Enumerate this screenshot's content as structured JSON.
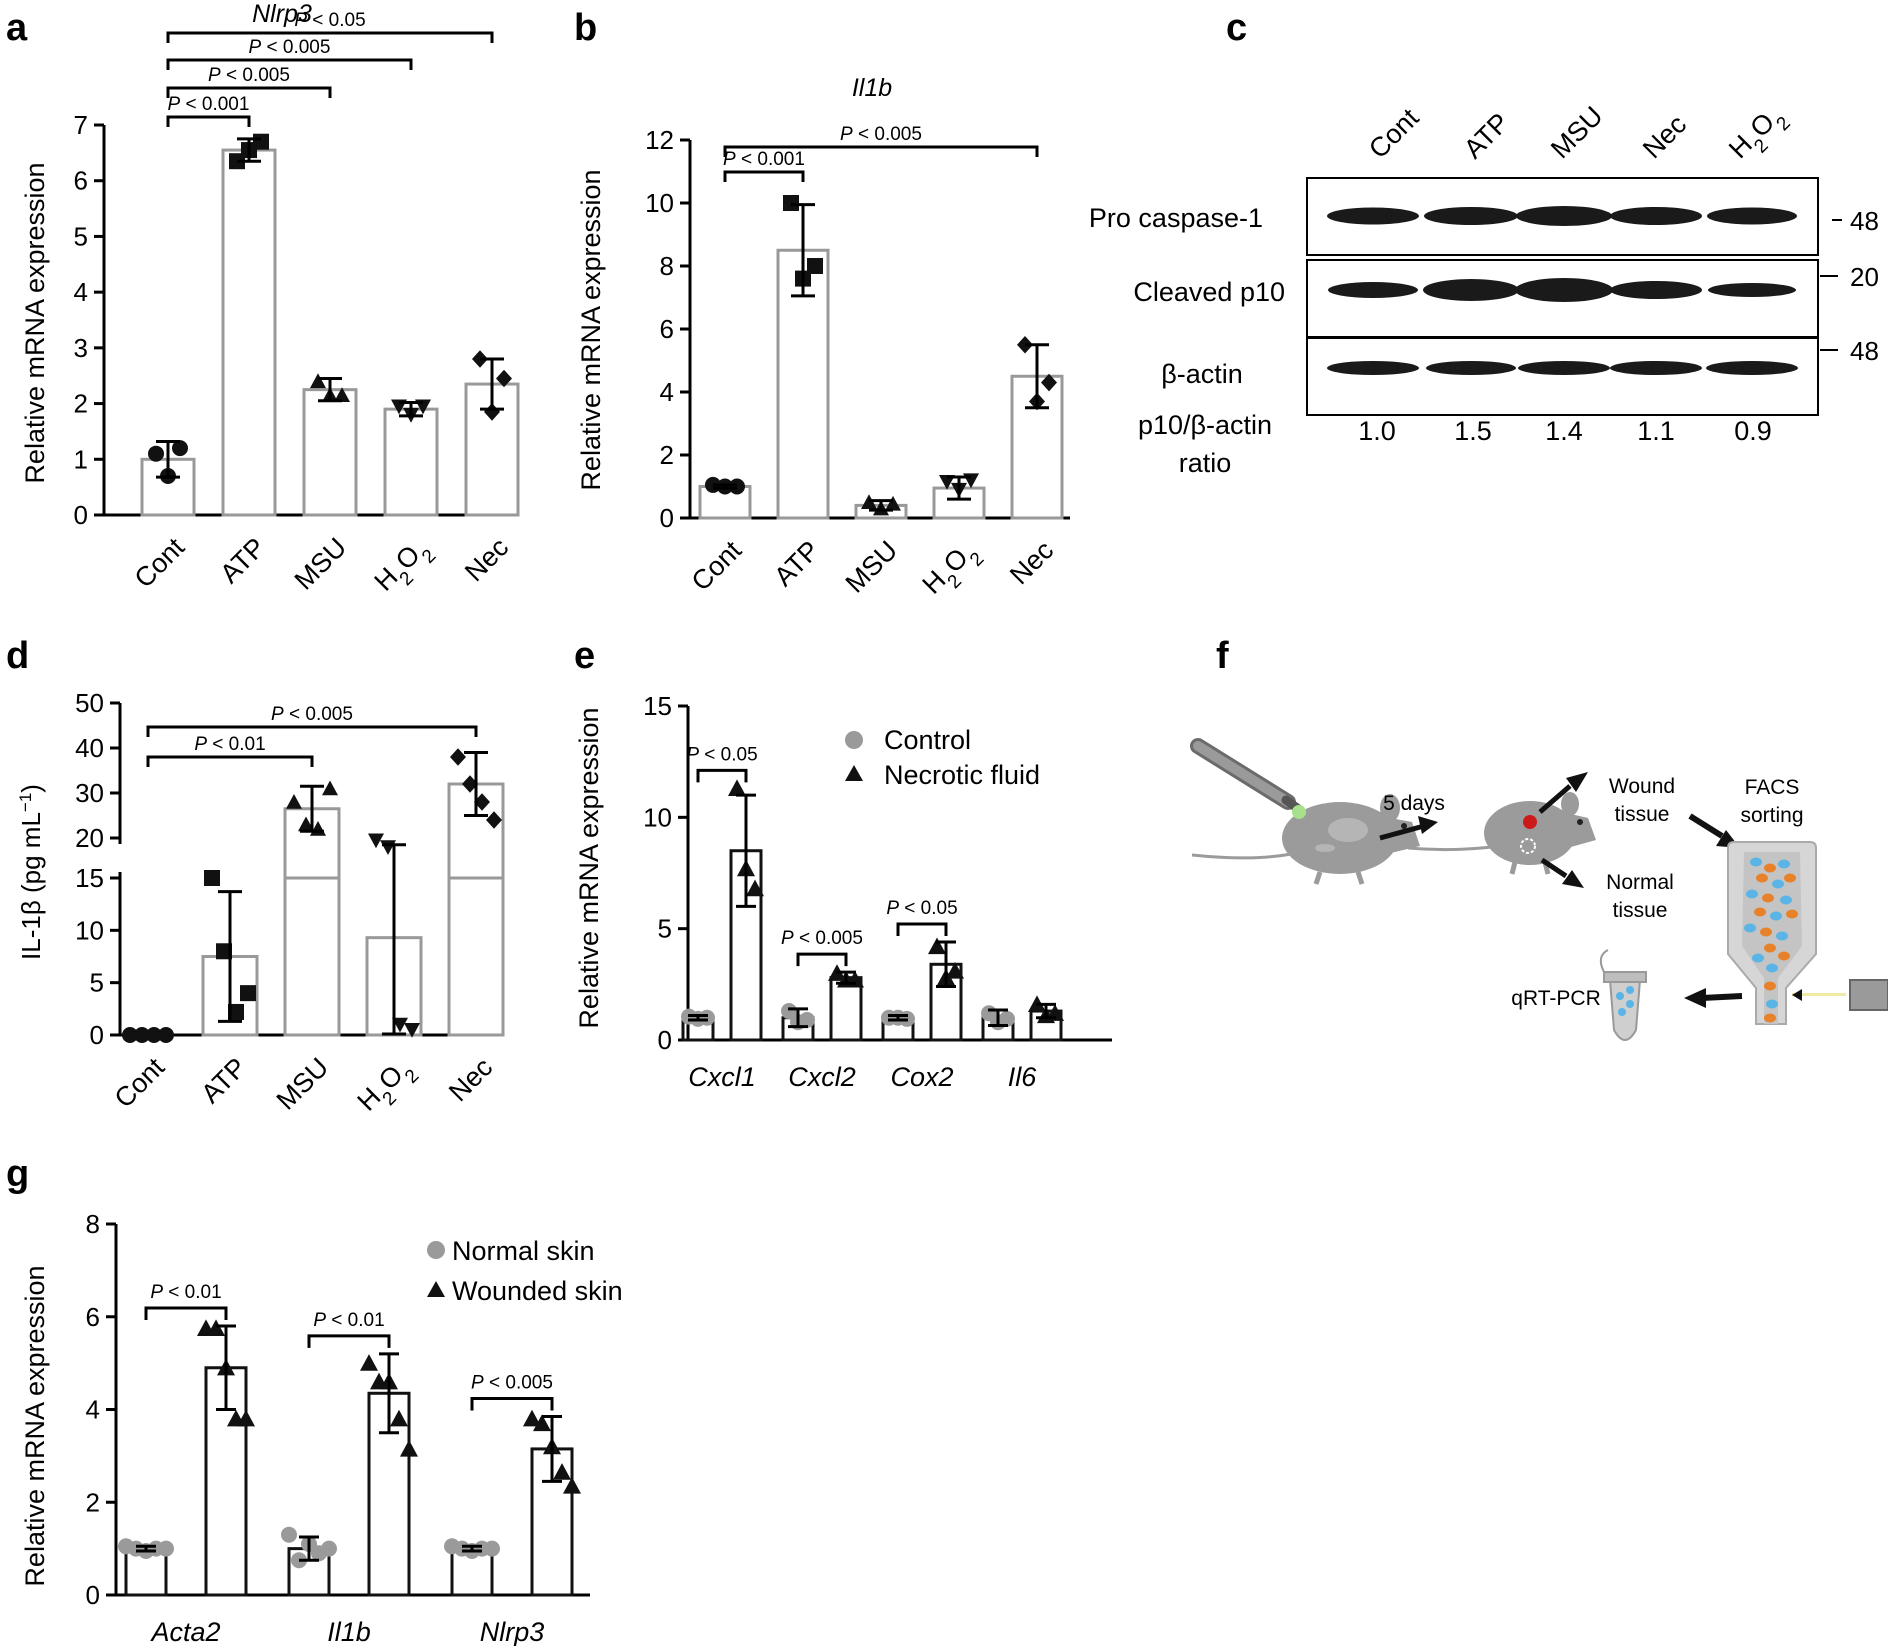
{
  "colors": {
    "bar_gray": "#999999",
    "bar_black": "#111111",
    "point_black": "#111111",
    "point_gray": "#9a9a9a",
    "blot": "#1a1a1a",
    "mouse": "#9b9b9b",
    "wound": "#cc1a1a",
    "cell_orange": "#e8822a",
    "cell_blue": "#5ab4e6",
    "probe_green": "#a8e08c",
    "laser": "#f2e9a6"
  },
  "panels": {
    "a": {
      "letter": "a",
      "chart_data": {
        "type": "bar",
        "title": "Nlrp3",
        "ylabel": "Relative mRNA expression",
        "xlabel": "",
        "ylim": [
          0,
          7
        ],
        "yticks": [
          "0",
          "1",
          "2",
          "3",
          "4",
          "5",
          "6",
          "7"
        ],
        "categories": [
          "Cont",
          "ATP",
          "MSU",
          "H2O2",
          "Nec"
        ],
        "values": [
          1.0,
          6.55,
          2.25,
          1.9,
          2.35
        ],
        "err": [
          0.32,
          0.2,
          0.2,
          0.12,
          0.45
        ],
        "points": [
          [
            1.1,
            0.7,
            1.2
          ],
          [
            6.35,
            6.55,
            6.7
          ],
          [
            2.4,
            2.15,
            2.15
          ],
          [
            1.95,
            1.8,
            1.95
          ],
          [
            2.8,
            1.85,
            2.45
          ]
        ],
        "markers": [
          "circle",
          "square",
          "triangle",
          "triangle-down",
          "diamond"
        ],
        "comparisons": [
          {
            "from": 0,
            "to": 1,
            "label": "P < 0.001"
          },
          {
            "from": 0,
            "to": 2,
            "label": "P < 0.005"
          },
          {
            "from": 0,
            "to": 3,
            "label": "P < 0.005"
          },
          {
            "from": 0,
            "to": 4,
            "label": "P < 0.05"
          }
        ]
      }
    },
    "b": {
      "letter": "b",
      "chart_data": {
        "type": "bar",
        "title": "Il1b",
        "ylabel": "Relative mRNA expression",
        "xlabel": "",
        "ylim": [
          0,
          12
        ],
        "yticks": [
          "0",
          "2",
          "4",
          "6",
          "8",
          "10",
          "12"
        ],
        "categories": [
          "Cont",
          "ATP",
          "MSU",
          "H2O2",
          "Nec"
        ],
        "values": [
          1.0,
          8.5,
          0.4,
          0.95,
          4.5
        ],
        "err": [
          0.05,
          1.45,
          0.15,
          0.35,
          1.0
        ],
        "points": [
          [
            1.05,
            1.0,
            1.0
          ],
          [
            10.0,
            7.6,
            8.0
          ],
          [
            0.5,
            0.3,
            0.45
          ],
          [
            1.15,
            0.9,
            1.2
          ],
          [
            5.5,
            3.7,
            4.3
          ]
        ],
        "markers": [
          "circle",
          "square",
          "triangle",
          "triangle-down",
          "diamond"
        ],
        "comparisons": [
          {
            "from": 0,
            "to": 1,
            "label": "P < 0.001"
          },
          {
            "from": 0,
            "to": 4,
            "label": "P < 0.005"
          }
        ]
      }
    },
    "c": {
      "letter": "c",
      "lanes": [
        "Cont",
        "ATP",
        "MSU",
        "Nec",
        "H2O2"
      ],
      "rows": [
        "Pro caspase-1",
        "Cleaved p10",
        "β-actin"
      ],
      "markers_kda": [
        "48",
        "20",
        "48"
      ],
      "ratio_label_1": "p10/β-actin",
      "ratio_label_2": "ratio",
      "ratios": [
        "1.0",
        "1.5",
        "1.4",
        "1.1",
        "0.9"
      ]
    },
    "d": {
      "letter": "d",
      "chart_data": {
        "type": "bar",
        "ylabel": "IL-1β (pg mL−1)",
        "xlabel": "",
        "ylim": [
          0,
          50
        ],
        "axis_break": [
          15,
          17
        ],
        "yticks": [
          "0",
          "5",
          "10",
          "15",
          "20",
          "30",
          "40",
          "50"
        ],
        "categories": [
          "Cont",
          "ATP",
          "MSU",
          "H2O2",
          "Nec"
        ],
        "values": [
          0,
          7.5,
          26.5,
          9.3,
          32
        ],
        "err": [
          0,
          6.2,
          5.0,
          9.2,
          7.0
        ],
        "points": [
          [
            0,
            0,
            0,
            0
          ],
          [
            16.5,
            8.0,
            2.2,
            4.0
          ],
          [
            28.0,
            23.0,
            22.0,
            31.0
          ],
          [
            19.5,
            18.0,
            1.0,
            0.5
          ],
          [
            38.0,
            32.0,
            28.0,
            24.0
          ]
        ],
        "markers": [
          "circle",
          "square",
          "triangle",
          "triangle-down",
          "diamond"
        ],
        "comparisons": [
          {
            "from": 0,
            "to": 2,
            "label": "P < 0.01"
          },
          {
            "from": 0,
            "to": 4,
            "label": "P < 0.005"
          }
        ]
      }
    },
    "e": {
      "letter": "e",
      "chart_data": {
        "type": "bar",
        "ylabel": "Relative mRNA expression",
        "xlabel": "",
        "ylim": [
          0,
          15
        ],
        "yticks": [
          "0",
          "5",
          "10",
          "15"
        ],
        "categories": [
          "Cxcl1",
          "Cxcl2",
          "Cox2",
          "Il6"
        ],
        "series": [
          {
            "name": "Control",
            "values": [
              1.0,
              1.0,
              1.0,
              1.0
            ],
            "err": [
              0.1,
              0.4,
              0.1,
              0.35
            ],
            "points": [
              [
                1.05,
                0.95,
                1.0
              ],
              [
                1.3,
                0.8,
                0.9
              ],
              [
                1.0,
                1.0,
                0.95
              ],
              [
                1.2,
                0.8,
                0.95
              ]
            ],
            "marker": "circle-gray"
          },
          {
            "name": "Necrotic fluid",
            "values": [
              8.5,
              2.8,
              3.4,
              1.3
            ],
            "err": [
              2.5,
              0.25,
              1.0,
              0.3
            ],
            "points": [
              [
                11.3,
                7.7,
                6.8
              ],
              [
                3.0,
                2.7,
                2.7
              ],
              [
                4.2,
                2.8,
                3.1
              ],
              [
                1.6,
                1.1,
                1.2
              ]
            ],
            "marker": "triangle"
          }
        ],
        "comparisons": [
          {
            "group": 0,
            "label": "P < 0.05"
          },
          {
            "group": 1,
            "label": "P < 0.005"
          },
          {
            "group": 2,
            "label": "P < 0.05"
          }
        ],
        "legend": "top-right"
      }
    },
    "f": {
      "letter": "f",
      "days_label": "5 days",
      "wound_label_1": "Wound",
      "wound_label_2": "tissue",
      "normal_label_1": "Normal",
      "normal_label_2": "tissue",
      "facs_label_1": "FACS",
      "facs_label_2": "sorting",
      "qpcr_label": "qRT-PCR"
    },
    "g": {
      "letter": "g",
      "chart_data": {
        "type": "bar",
        "ylabel": "Relative mRNA expression",
        "xlabel": "",
        "ylim": [
          0,
          8
        ],
        "yticks": [
          "0",
          "2",
          "4",
          "6",
          "8"
        ],
        "categories": [
          "Acta2",
          "Il1b",
          "Nlrp3"
        ],
        "series": [
          {
            "name": "Normal skin",
            "values": [
              1.0,
              1.0,
              1.0
            ],
            "err": [
              0.05,
              0.25,
              0.05
            ],
            "points": [
              [
                1.05,
                1.0,
                0.95,
                1.0,
                1.0
              ],
              [
                1.3,
                0.75,
                1.1,
                0.9,
                1.0
              ],
              [
                1.05,
                1.0,
                0.95,
                1.0,
                1.0
              ]
            ],
            "marker": "circle-gray"
          },
          {
            "name": "Wounded skin",
            "values": [
              4.9,
              4.35,
              3.15
            ],
            "err": [
              0.9,
              0.85,
              0.7
            ],
            "points": [
              [
                5.75,
                5.75,
                4.9,
                3.8,
                3.8
              ],
              [
                5.0,
                4.6,
                4.6,
                3.8,
                3.15
              ],
              [
                3.8,
                3.7,
                3.2,
                2.65,
                2.35
              ]
            ],
            "marker": "triangle"
          }
        ],
        "comparisons": [
          {
            "group": 0,
            "label": "P < 0.01"
          },
          {
            "group": 1,
            "label": "P < 0.01"
          },
          {
            "group": 2,
            "label": "P < 0.005"
          }
        ],
        "legend": "top-right"
      }
    }
  }
}
